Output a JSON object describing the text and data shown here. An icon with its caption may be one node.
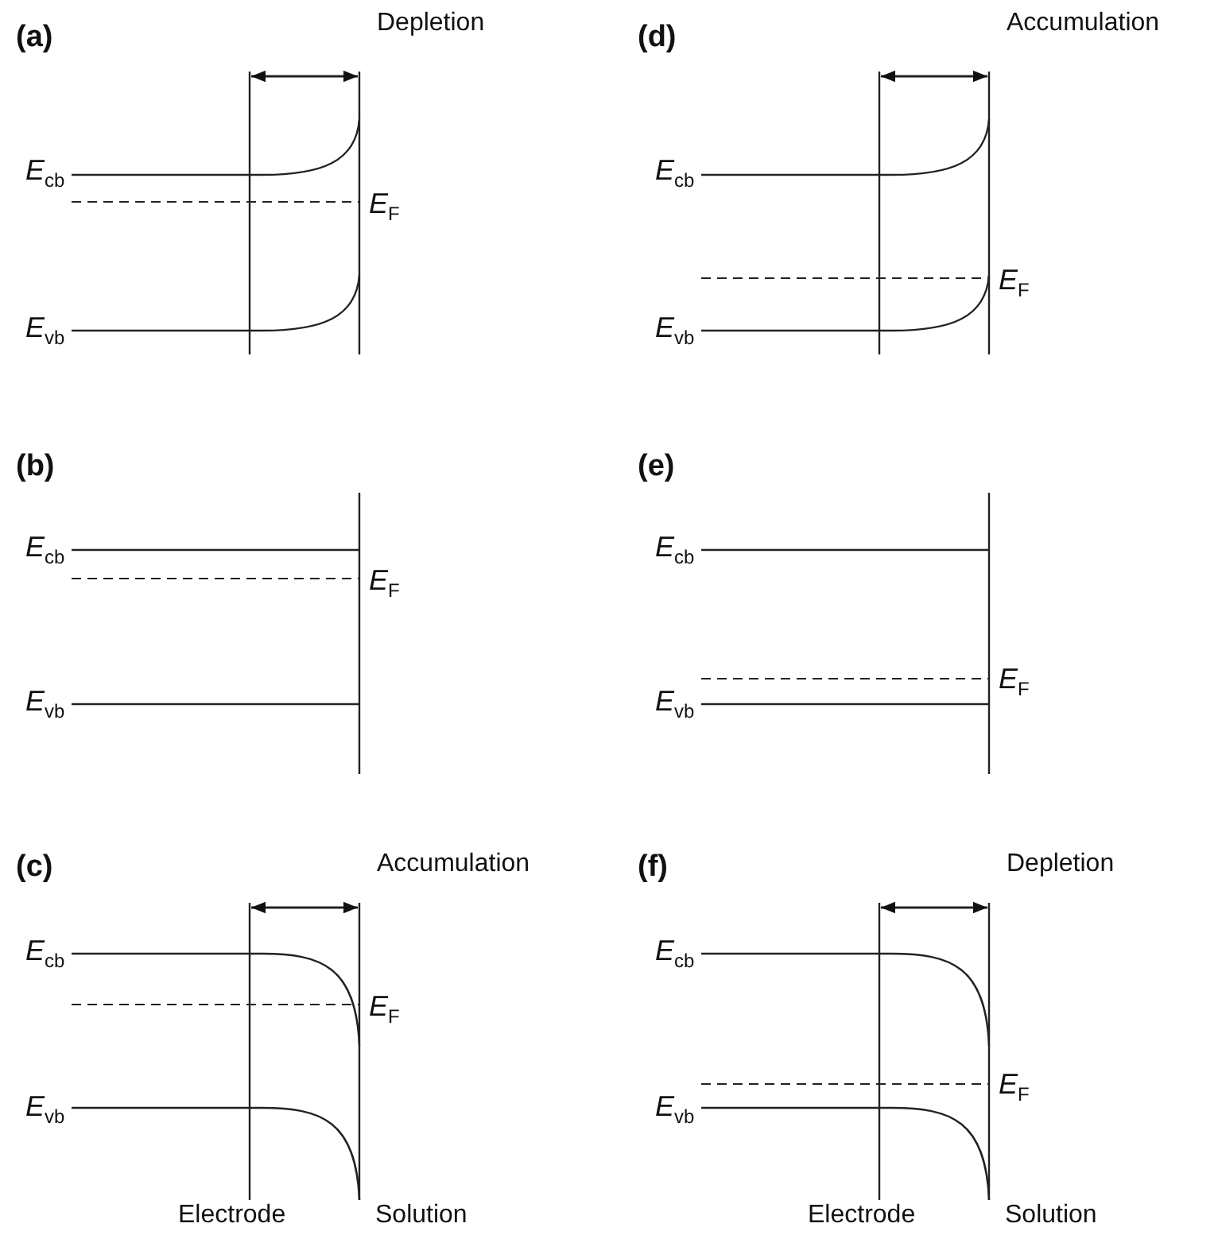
{
  "diagram": {
    "labels": [
      "(a)",
      "Depletion",
      "*E*$_{cb}$",
      "*E*$_{F}$",
      "*E*$_{vb}$",
      "(d)",
      "Accumulation",
      "*E*$_{cb}$",
      "*E*$_{F}$",
      "*E*$_{vb}$",
      "(b)",
      "*E*$_{cb}$",
      "*E*$_{F}$",
      "*E*$_{vb}$",
      "(e)",
      "*E*$_{cb}$",
      "*E*$_{F}$",
      "*E*$_{vb}$",
      "(c)",
      "Accumulation",
      "*E*$_{cb}$",
      "*E*$_{F}$",
      "*E*$_{vb}$",
      "(f)",
      "Depletion",
      "*E*$_{cb}$",
      "*E*$_{F}$",
      "*E*$_{vb}$",
      "Electrode",
      "Solution",
      "Electrode",
      "Solution"
    ]
  }
}
